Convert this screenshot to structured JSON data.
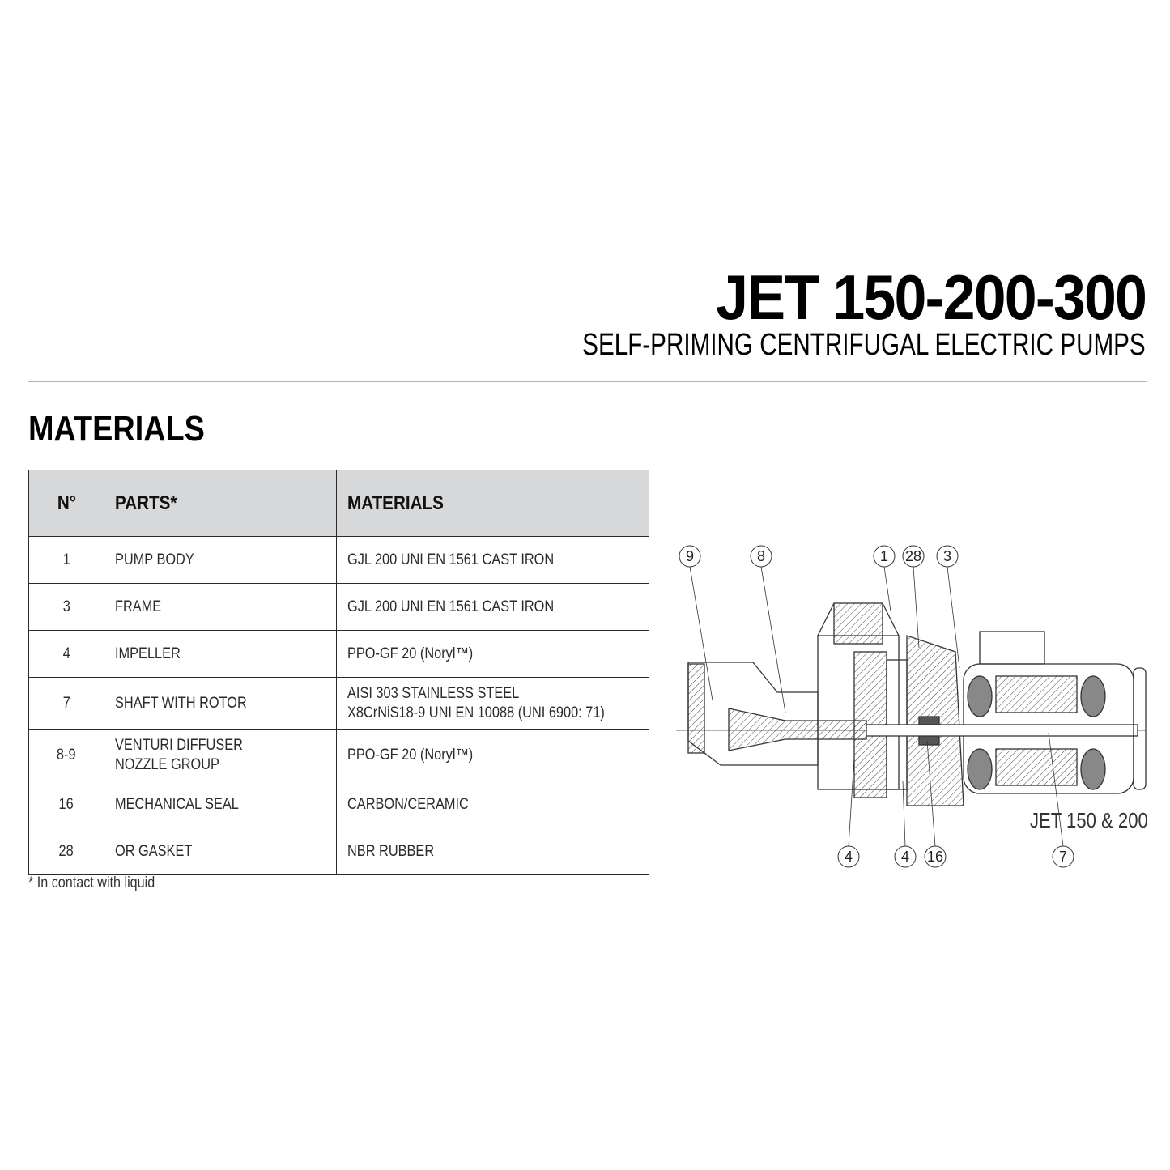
{
  "header": {
    "title": "JET 150-200-300",
    "subtitle": "SELF-PRIMING CENTRIFUGAL ELECTRIC PUMPS"
  },
  "section": {
    "title": "MATERIALS"
  },
  "table": {
    "headers": {
      "number": "N°",
      "parts": "PARTS*",
      "materials": "MATERIALS"
    },
    "rows": [
      {
        "n": "1",
        "part": "PUMP BODY",
        "material": "GJL 200 UNI EN 1561 CAST IRON"
      },
      {
        "n": "3",
        "part": "FRAME",
        "material": "GJL 200 UNI EN 1561 CAST IRON"
      },
      {
        "n": "4",
        "part": "IMPELLER",
        "material": "PPO-GF 20 (Noryl™)"
      },
      {
        "n": "7",
        "part": "SHAFT WITH ROTOR",
        "material": "AISI 303 STAINLESS STEEL",
        "material2": "X8CrNiS18-9 UNI EN 10088 (UNI 6900: 71)"
      },
      {
        "n": "8-9",
        "part": "VENTURI DIFFUSER",
        "part2": "NOZZLE GROUP",
        "material": "PPO-GF 20 (Noryl™)"
      },
      {
        "n": "16",
        "part": "MECHANICAL SEAL",
        "material": "CARBON/CERAMIC"
      },
      {
        "n": "28",
        "part": "OR GASKET",
        "material": "NBR RUBBER"
      }
    ],
    "footnote": "* In contact with liquid"
  },
  "diagram": {
    "caption": "JET 150 & 200",
    "callouts_top": [
      "9",
      "8",
      "1",
      "28",
      "3"
    ],
    "callouts_bottom": [
      "4",
      "4",
      "16",
      "7"
    ]
  }
}
